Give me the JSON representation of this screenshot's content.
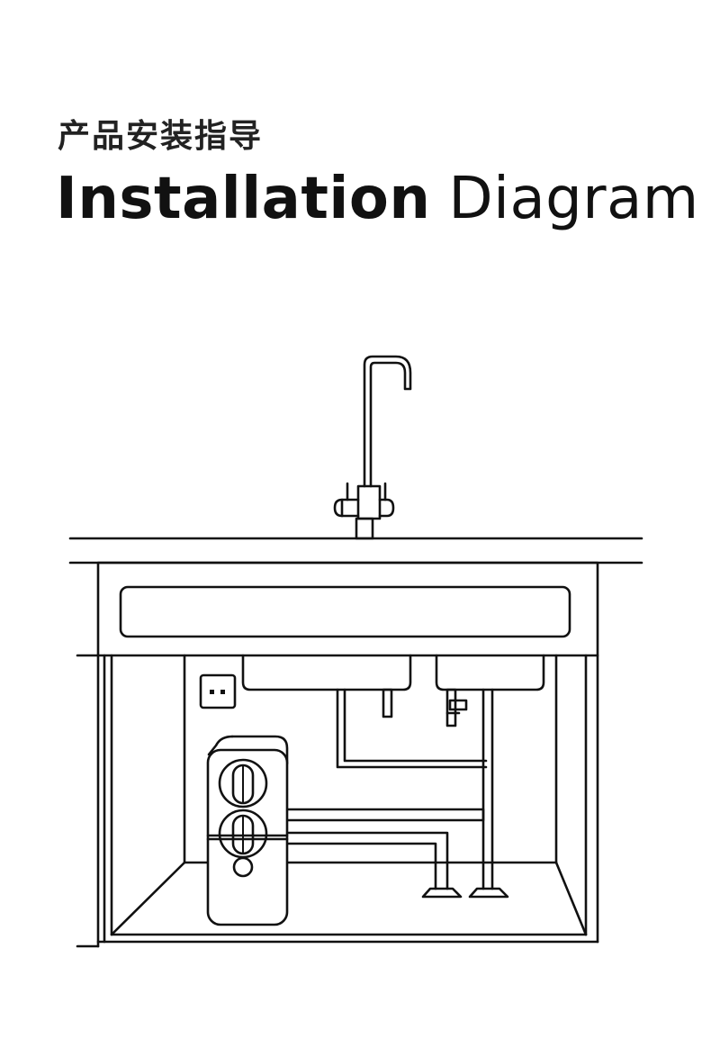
{
  "header": {
    "subtitle_cn": "产品安装指导",
    "title_bold": "Installation",
    "title_light": "Diagram"
  },
  "colors": {
    "line": "#111111",
    "background": "#ffffff"
  }
}
